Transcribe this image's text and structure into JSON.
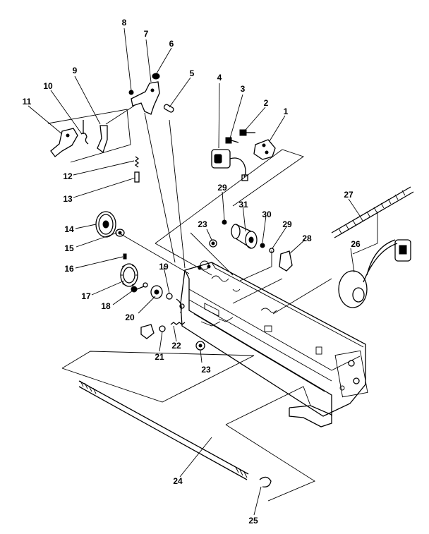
{
  "diagram": {
    "labels": [
      "1",
      "2",
      "3",
      "4",
      "5",
      "6",
      "7",
      "8",
      "9",
      "10",
      "11",
      "12",
      "13",
      "14",
      "15",
      "16",
      "17",
      "18",
      "19",
      "20",
      "21",
      "22",
      "23",
      "24",
      "25",
      "26",
      "27",
      "28",
      "29",
      "30",
      "31"
    ],
    "label_23b": "23",
    "label_29b": "29"
  }
}
